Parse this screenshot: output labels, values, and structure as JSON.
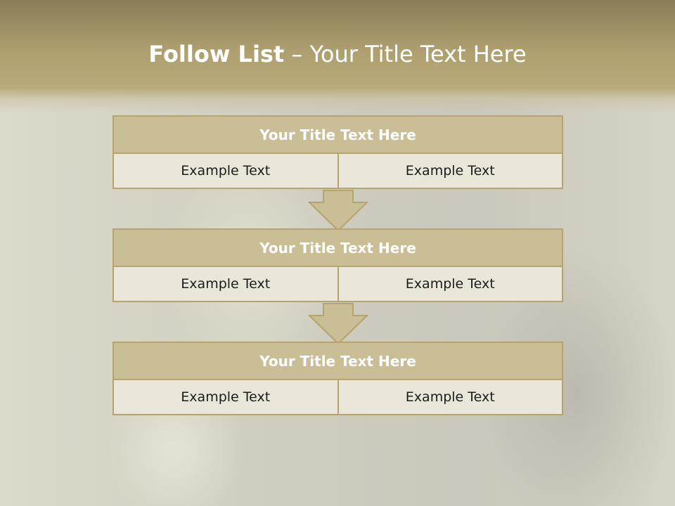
{
  "slide": {
    "title_bold": "Follow List",
    "title_rest": " – Your Title Text Here"
  },
  "steps": [
    {
      "header": "Your Title Text Here",
      "left": "Example Text",
      "right": "Example Text"
    },
    {
      "header": "Your Title Text Here",
      "left": "Example Text",
      "right": "Example Text"
    },
    {
      "header": "Your Title Text Here",
      "left": "Example Text",
      "right": "Example Text"
    }
  ],
  "colors": {
    "banner": "#ae9f6f",
    "header_fill": "#c9be96",
    "border": "#b5a46e",
    "cell_fill": "#ebe6da"
  },
  "icons": [
    "arrow-down-icon",
    "arrow-down-icon"
  ]
}
